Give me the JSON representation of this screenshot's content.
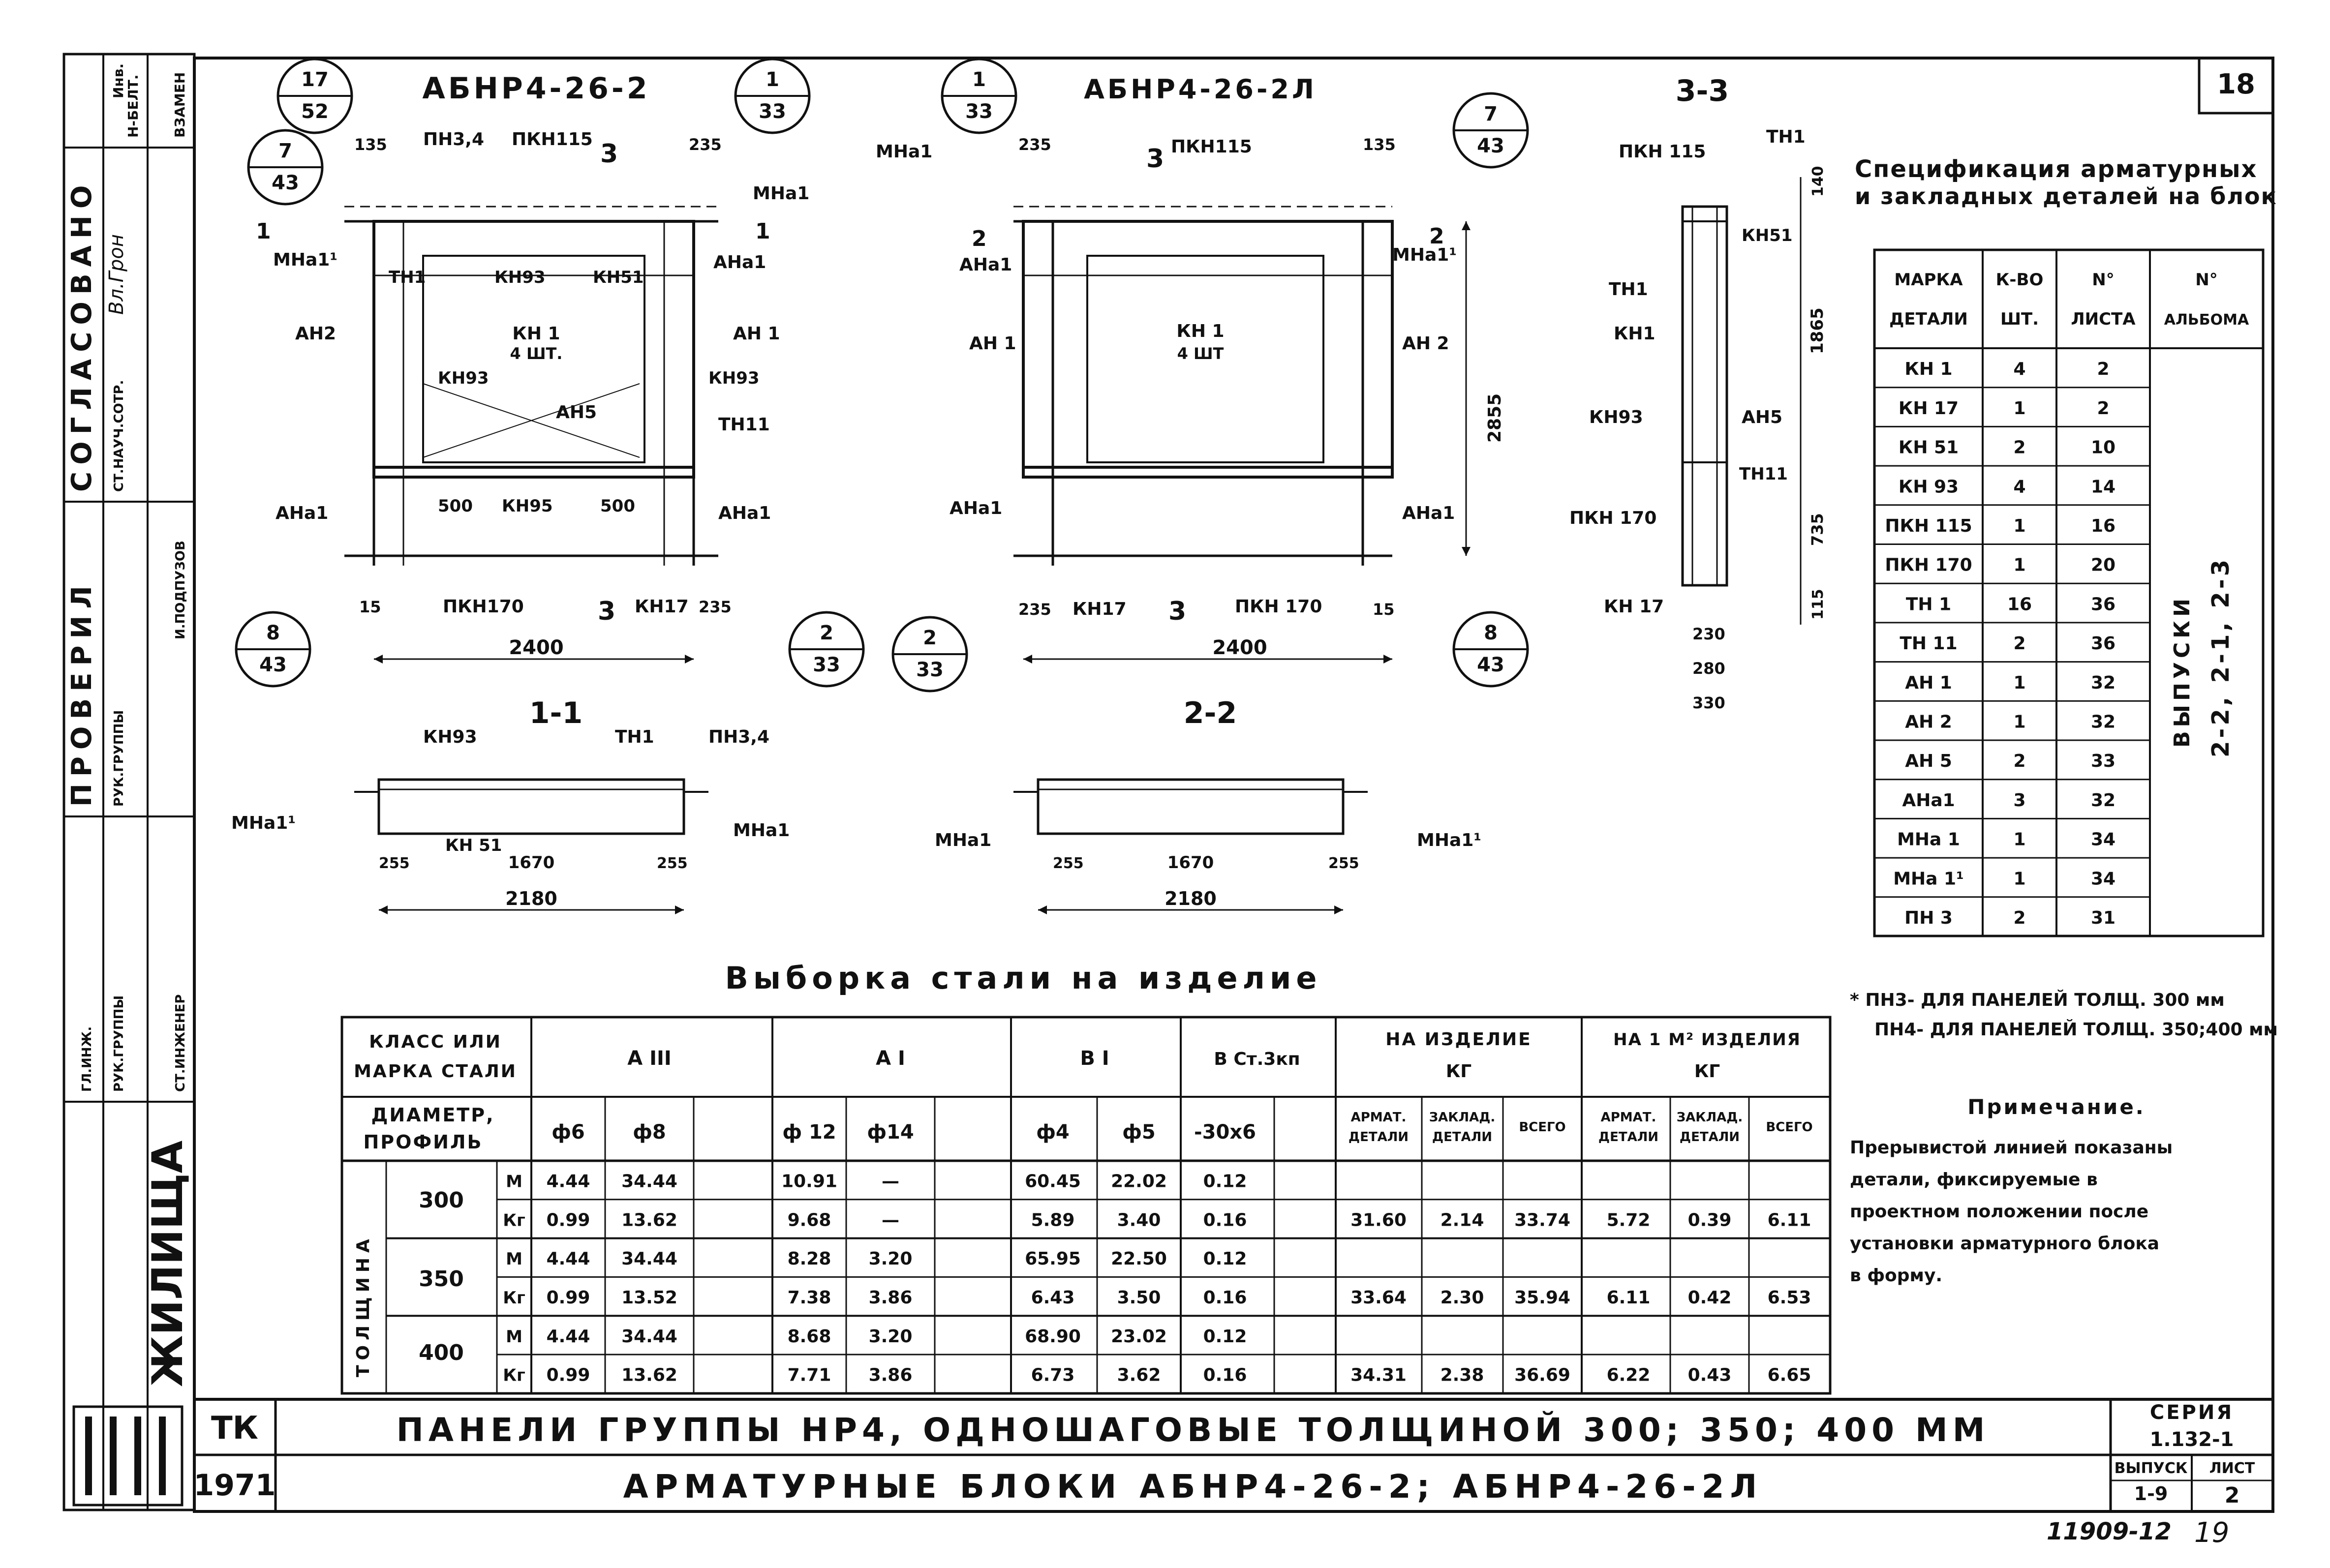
{
  "sheet_number": "18",
  "left_stamp": {
    "rows": [
      "Н-БЕЛТ.",
      "Инв.",
      "ВЗАМЕН",
      "СОГЛАСОВАНО",
      "СТ.НАУЧ.СОТР.",
      "Вл.Грон",
      "ПРОВЕРИЛ",
      "РУК.ГРУППЫ",
      "И.ПОДПУЗОВ",
      "ГЛ.ИНЖ.",
      "РУК.ГРУППЫ",
      "СТ.ИНЖЕНЕР"
    ],
    "org": "ЖИЛИЩА"
  },
  "drawings": {
    "view_a": {
      "title": "АБНР4-26-2",
      "labels": [
        "ПН3,4",
        "ПКН115",
        "МНа1",
        "МНа1¹",
        "ТН1",
        "КН93",
        "КН51",
        "АНа1",
        "АН2",
        "КН 1",
        "4 ШТ.",
        "АН 1",
        "КН93",
        "КН93",
        "АН5",
        "ТН11",
        "АНа1",
        "АНа1",
        "500",
        "КН95",
        "500",
        "ПКН170",
        "КН17",
        "135",
        "235",
        "15",
        "235",
        "2400",
        "1",
        "1",
        "3",
        "3"
      ],
      "circles": [
        [
          "17",
          "52"
        ],
        [
          "7",
          "43"
        ],
        [
          "1",
          "33"
        ],
        [
          "8",
          "43"
        ],
        [
          "2",
          "33"
        ]
      ]
    },
    "view_b": {
      "title": "АБНР4-26-2Л",
      "labels": [
        "МНа1",
        "235",
        "ПКН115",
        "135",
        "АНа1",
        "МНа1¹",
        "КН 1",
        "4 ШТ",
        "АН 1",
        "АН 2",
        "АНа1",
        "АНа1",
        "235",
        "КН17",
        "ПКН 170",
        "15",
        "2400",
        "2855",
        "2",
        "2",
        "3",
        "3"
      ],
      "circles": [
        [
          "1",
          "33"
        ],
        [
          "7",
          "43"
        ],
        [
          "2",
          "33"
        ],
        [
          "8",
          "43"
        ]
      ]
    },
    "view_c": {
      "title": "3-3",
      "labels": [
        "ПКН 115",
        "ТН1",
        "140",
        "КН51",
        "ТН1",
        "КН1",
        "1865",
        "КН93",
        "АН5",
        "ТН11",
        "ПКН 170",
        "735",
        "КН 17",
        "115",
        "230",
        "280",
        "330"
      ]
    },
    "section_1": {
      "title": "1-1",
      "labels": [
        "КН93",
        "ТН1",
        "ПН3,4",
        "МНа1¹",
        "КН 51",
        "МНа1",
        "255",
        "1670",
        "255",
        "2180"
      ]
    },
    "section_2": {
      "title": "2-2",
      "labels": [
        "МНа1",
        "МНа1¹",
        "255",
        "1670",
        "255",
        "2180"
      ]
    }
  },
  "spec": {
    "title1": "Спецификация арматурных",
    "title2": "и закладных деталей на блок",
    "headers": [
      [
        "МАРКА",
        "ДЕТАЛИ"
      ],
      [
        "К-ВО",
        "ШТ."
      ],
      [
        "N°",
        "ЛИСТА"
      ],
      [
        "N°",
        "АЛЬБОМА"
      ]
    ],
    "rows": [
      [
        "КН 1",
        "4",
        "2"
      ],
      [
        "КН 17",
        "1",
        "2"
      ],
      [
        "КН 51",
        "2",
        "10"
      ],
      [
        "КН 93",
        "4",
        "14"
      ],
      [
        "ПКН 115",
        "1",
        "16"
      ],
      [
        "ПКН 170",
        "1",
        "20"
      ],
      [
        "ТН 1",
        "16",
        "36"
      ],
      [
        "ТН 11",
        "2",
        "36"
      ],
      [
        "АН 1",
        "1",
        "32"
      ],
      [
        "АН 2",
        "1",
        "32"
      ],
      [
        "АН 5",
        "2",
        "33"
      ],
      [
        "АНа1",
        "3",
        "32"
      ],
      [
        "МНа 1",
        "1",
        "34"
      ],
      [
        "МНа 1¹",
        "1",
        "34"
      ],
      [
        "ПН 3",
        "2",
        "31"
      ]
    ],
    "album_label1": "ВЫПУСКИ",
    "album_label2": "2-2, 2-1, 2-3"
  },
  "footnote": {
    "line1": "* ПН3- ДЛЯ ПАНЕЛЕЙ ТОЛЩ. 300 мм",
    "line2": "ПН4- ДЛЯ ПАНЕЛЕЙ ТОЛЩ. 350;400 мм"
  },
  "note": {
    "title": "Примечание.",
    "lines": [
      "Прерывистой линией показаны",
      "детали, фиксируемые в",
      "проектном положении после",
      "установки арматурного блока",
      "в форму."
    ]
  },
  "steel": {
    "title": "Выборка стали на изделие",
    "h_class": [
      "КЛАСС ИЛИ",
      "МАРКА СТАЛИ"
    ],
    "h_diam": [
      "ДИАМЕТР,",
      "ПРОФИЛЬ"
    ],
    "groups": [
      "А III",
      "А I",
      "В I",
      "В Ст.3кп"
    ],
    "per_item": [
      "НА ИЗДЕЛИЕ",
      "КГ"
    ],
    "per_m2": [
      "НА 1 М² ИЗДЕЛИЯ",
      "КГ"
    ],
    "diams": [
      "ф6",
      "ф8",
      "ф 12",
      "ф14",
      "ф4",
      "ф5",
      "-30х6"
    ],
    "sub": [
      [
        "АРМАТ.",
        "ДЕТАЛИ"
      ],
      [
        "ЗАКЛАД.",
        "ДЕТАЛИ"
      ],
      [
        "ВСЕГО"
      ],
      [
        "АРМАТ.",
        "ДЕТАЛИ"
      ],
      [
        "ЗАКЛАД.",
        "ДЕТАЛИ"
      ],
      [
        "ВСЕГО"
      ]
    ],
    "thickness_label": "ТОЛЩИНА",
    "thickness": [
      "300",
      "350",
      "400"
    ],
    "units": [
      "М",
      "Кг"
    ],
    "rows": [
      [
        "4.44",
        "34.44",
        "10.91",
        "—",
        "60.45",
        "22.02",
        "0.12",
        "",
        "",
        "",
        "",
        "",
        ""
      ],
      [
        "0.99",
        "13.62",
        "9.68",
        "—",
        "5.89",
        "3.40",
        "0.16",
        "31.60",
        "2.14",
        "33.74",
        "5.72",
        "0.39",
        "6.11"
      ],
      [
        "4.44",
        "34.44",
        "8.28",
        "3.20",
        "65.95",
        "22.50",
        "0.12",
        "",
        "",
        "",
        "",
        "",
        ""
      ],
      [
        "0.99",
        "13.52",
        "7.38",
        "3.86",
        "6.43",
        "3.50",
        "0.16",
        "33.64",
        "2.30",
        "35.94",
        "6.11",
        "0.42",
        "6.53"
      ],
      [
        "4.44",
        "34.44",
        "8.68",
        "3.20",
        "68.90",
        "23.02",
        "0.12",
        "",
        "",
        "",
        "",
        "",
        ""
      ],
      [
        "0.99",
        "13.62",
        "7.71",
        "3.86",
        "6.73",
        "3.62",
        "0.16",
        "34.31",
        "2.38",
        "36.69",
        "6.22",
        "0.43",
        "6.65"
      ]
    ]
  },
  "title_block": {
    "tk": "ТК",
    "year": "1971",
    "line1": "ПАНЕЛИ ГРУППЫ НР4, ОДНОШАГОВЫЕ ТОЛЩИНОЙ 300; 350; 400 ММ",
    "line2": "АРМАТУРНЫЕ БЛОКИ АБНР4-26-2; АБНР4-26-2Л",
    "series_label": "СЕРИЯ",
    "series_value": "1.132-1",
    "issue_label": "ВЫПУСК",
    "issue_value": "1-9",
    "sheet_label": "ЛИСТ",
    "sheet_value": "2"
  },
  "bottom_ref": "11909-12",
  "bottom_page": "19"
}
